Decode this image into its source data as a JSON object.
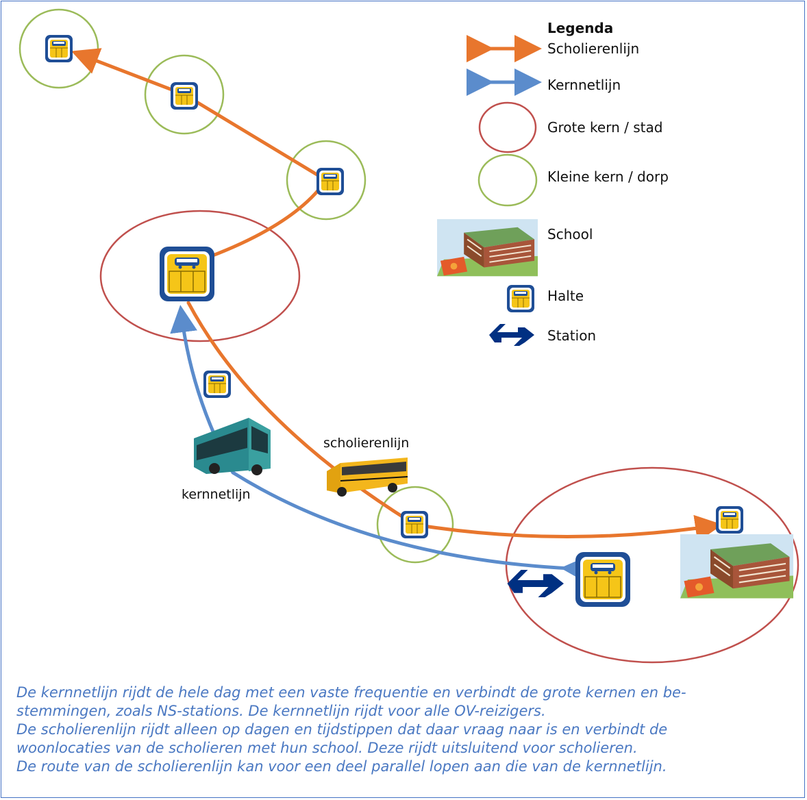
{
  "legend": {
    "title": "Legenda",
    "items": [
      {
        "icon": "orange-double-arrow",
        "label": "Scholierenlijn"
      },
      {
        "icon": "blue-double-arrow",
        "label": "Kernnetlijn"
      },
      {
        "icon": "red-circle",
        "label": "Grote kern / stad"
      },
      {
        "icon": "green-circle",
        "label": "Kleine kern / dorp"
      },
      {
        "icon": "school-building",
        "label": "School"
      },
      {
        "icon": "bus-stop-icon",
        "label": "Halte"
      },
      {
        "icon": "ns-station-logo",
        "label": "Station"
      }
    ]
  },
  "labels": {
    "scholierenlijn": "scholierenlijn",
    "kernnetlijn": "kernnetlijn"
  },
  "colors": {
    "scholierenlijn": "#e8762d",
    "kernnetlijn": "#5b8ccc",
    "grote_kern": "#c0504d",
    "kleine_kern": "#9bbb59",
    "halte_fill": "#f5c518",
    "halte_border": "#1f4e96",
    "ns_blue": "#003082",
    "caption": "#4a78c2"
  },
  "caption": [
    "De kernnetlijn rijdt de hele dag met een vaste frequentie en verbindt de grote kernen en be-",
    "stemmingen, zoals NS-stations. De kernnetlijn rijdt voor alle OV-reizigers.",
    "De scholierenlijn rijdt alleen op dagen en tijdstippen dat daar vraag naar is en verbindt de",
    "woonlocaties van de scholieren met hun school. Deze rijdt uitsluitend voor scholieren.",
    "De route van de scholierenlijn kan voor een deel parallel lopen aan die van de kernnetlijn."
  ]
}
